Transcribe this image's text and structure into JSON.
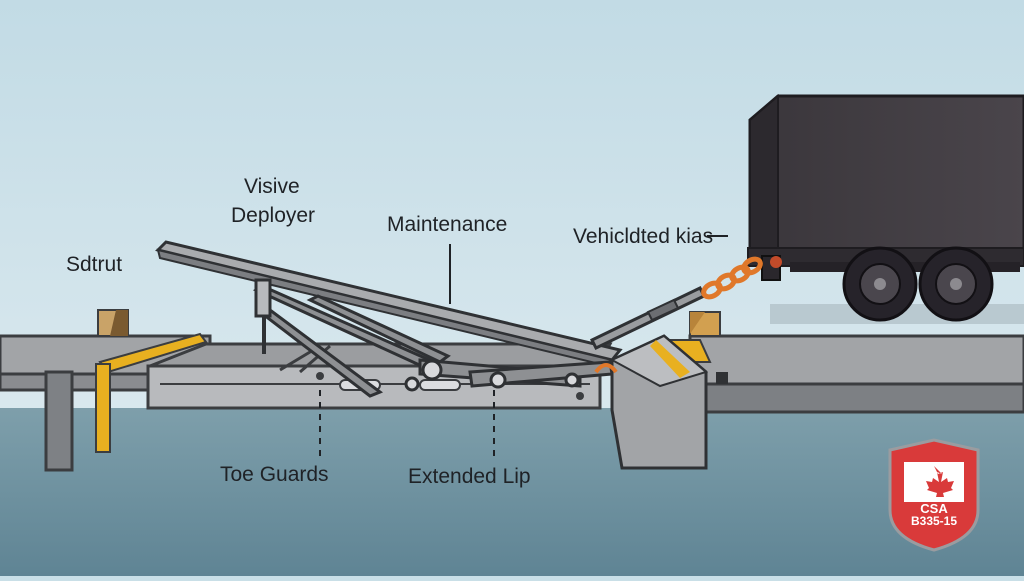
{
  "labels": {
    "visive": "Visive",
    "deployer": "Deployer",
    "maintenance": "Maintenance",
    "sdtrut": "Sdtrut",
    "vehicle": "Vehicldted kias",
    "toe_guards": "Toe Guards",
    "extended_lip": "Extended Lip"
  },
  "badge": {
    "line1": "CSA",
    "line2": "B335-15",
    "icon": "maple-leaf-icon"
  },
  "colors": {
    "sky": "#c9dfe7",
    "ground": "#6f92a0",
    "platform": "#9a9c9f",
    "steel": "#8e9093",
    "trailer": "#3f3b40",
    "safety_yellow": "#e8b020",
    "chain": "#e0782a",
    "badge_red": "#d93a3a"
  }
}
